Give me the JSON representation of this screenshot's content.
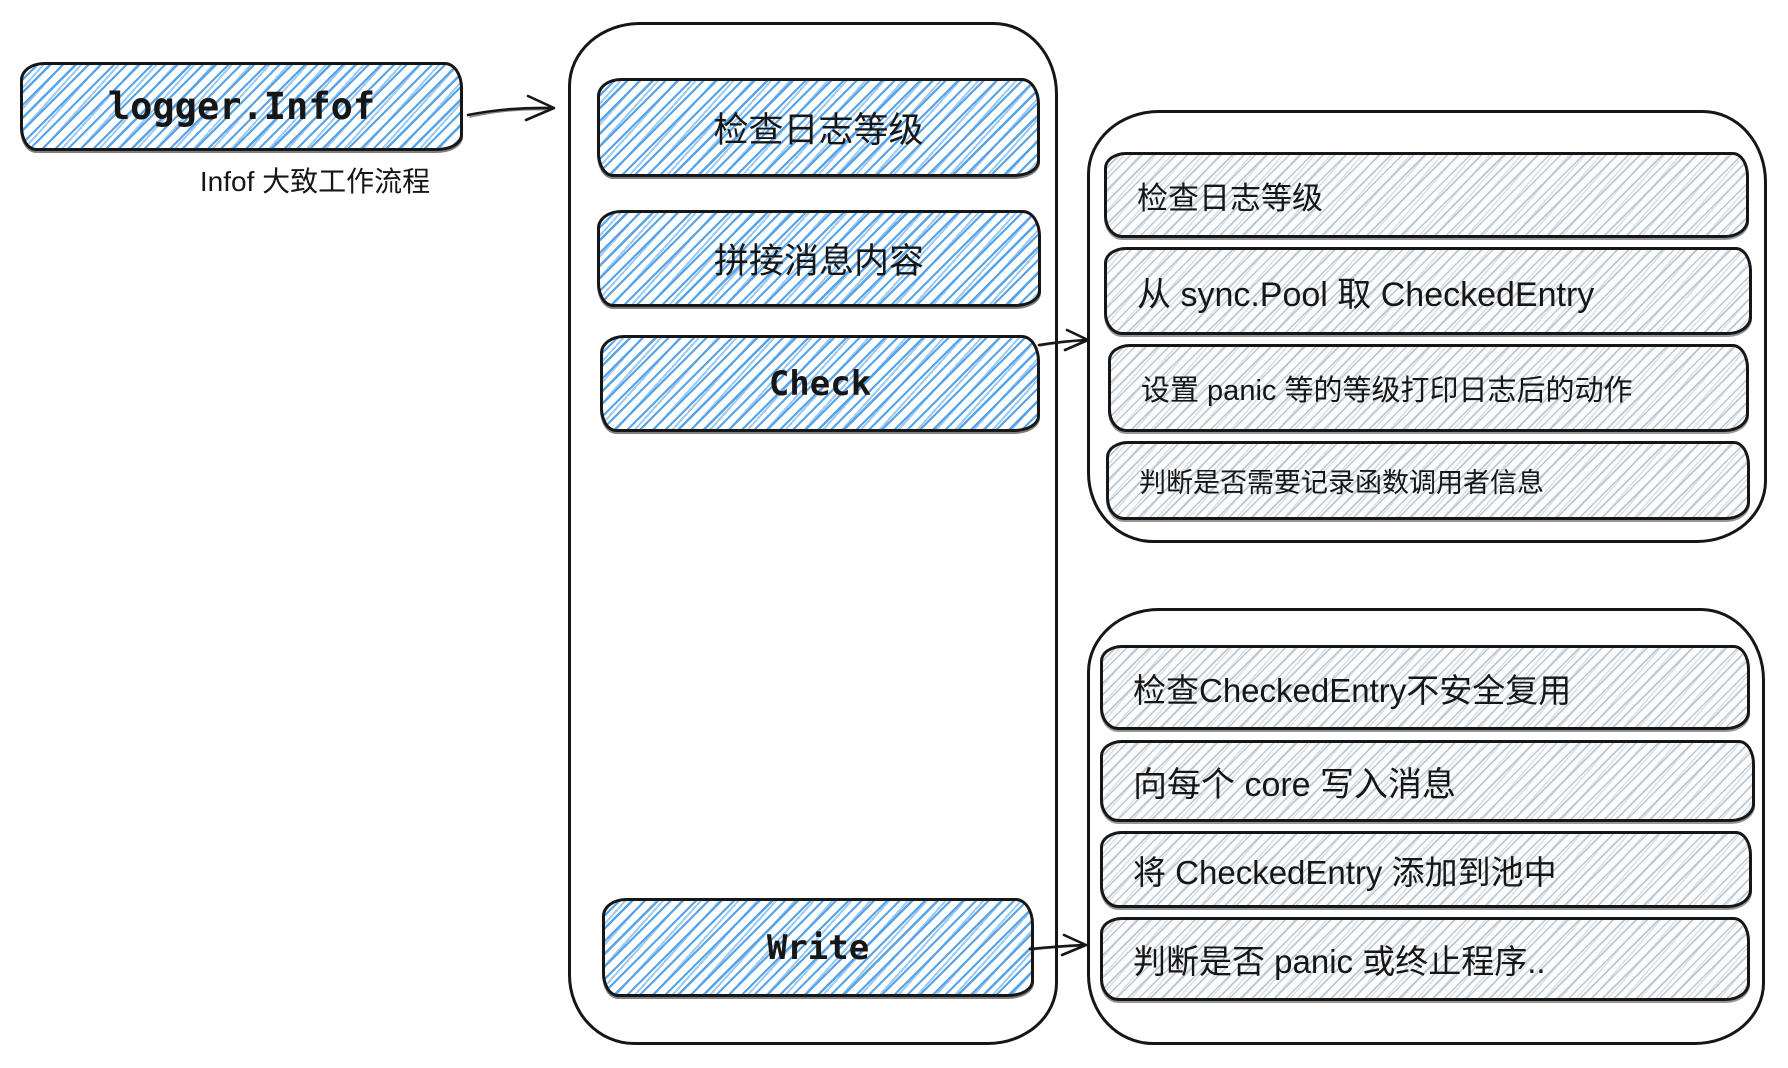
{
  "entry": {
    "label": "logger.Infof",
    "caption": "Infof 大致工作流程"
  },
  "flow": {
    "steps": [
      {
        "label": "检查日志等级"
      },
      {
        "label": "拼接消息内容"
      },
      {
        "label": "Check"
      },
      {
        "label": "Write"
      }
    ]
  },
  "check_panel": {
    "items": [
      "检查日志等级",
      "从 sync.Pool 取 CheckedEntry",
      "设置 panic 等的等级打印日志后的动作",
      "判断是否需要记录函数调用者信息"
    ]
  },
  "write_panel": {
    "items": [
      "检查CheckedEntry不安全复用",
      "向每个 core 写入消息",
      "将 CheckedEntry 添加到池中",
      "判断是否 panic 或终止程序.."
    ]
  },
  "colors": {
    "hatch_blue": "#4f9fe8",
    "hatch_gray": "#b7c6d2",
    "stroke": "#161616"
  }
}
